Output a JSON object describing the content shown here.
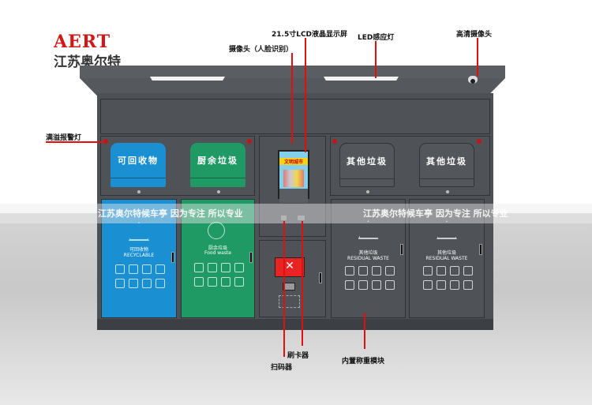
{
  "logo": {
    "brand_en": "AERT",
    "brand_cn": "江苏奥尔特"
  },
  "annotations": {
    "lcd": "21.5寸LCD液晶显示屏",
    "face_camera": "摄像头（人脸识别）",
    "led_light": "LED感应灯",
    "hd_camera": "高清摄像头",
    "overflow_alarm": "满溢报警灯",
    "card_reader": "刷卡器",
    "scanner": "扫码器",
    "weighing": "内置称重模块"
  },
  "bins": {
    "recyclable": {
      "lid": "可回收物",
      "door_cn": "可回收物",
      "door_en": "RECYCLABLE",
      "color": "#1a8fd2"
    },
    "food": {
      "lid": "厨余垃圾",
      "door_cn": "厨余垃圾",
      "door_en": "Food waste",
      "color": "#1f9a65"
    },
    "other1": {
      "lid": "其他垃圾",
      "door_cn": "其他垃圾",
      "door_en": "RESIDUAL WASTE",
      "color": "#4f5358"
    },
    "other2": {
      "lid": "其他垃圾",
      "door_cn": "其他垃圾",
      "door_en": "RESIDUAL WASTE",
      "color": "#4f5358"
    }
  },
  "screen": {
    "title": "文明城市"
  },
  "watermark": {
    "left": "江苏奥尔特候车亭  因为专注 所以专业",
    "right": "江苏奥尔特候车亭  因为专注 所以专业"
  }
}
